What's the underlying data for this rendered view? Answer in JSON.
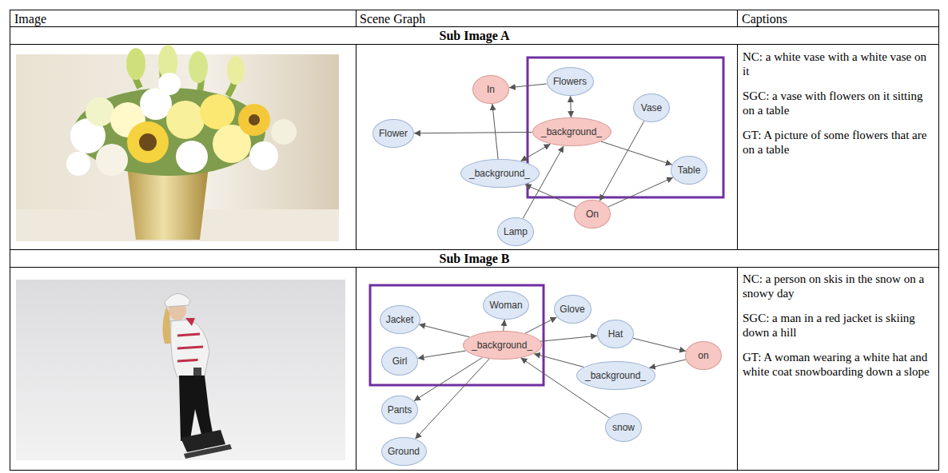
{
  "diagram": {
    "nodes": [
      {
        "text": [
          "In"
        ]
      },
      {
        "text": [
          "Flowers"
        ]
      },
      {
        "text": [
          "Flower"
        ]
      },
      {
        "text": [
          "_background_"
        ]
      },
      {
        "text": [
          "Vase"
        ]
      },
      {
        "text": [
          "_background_"
        ]
      },
      {
        "text": [
          "Table"
        ]
      },
      {
        "text": [
          "On"
        ]
      },
      {
        "text": [
          "Lamp"
        ]
      },
      {
        "text": [
          "Woman"
        ]
      },
      {
        "text": [
          "Glove"
        ]
      },
      {
        "text": [
          "Jacket"
        ]
      },
      {
        "text": [
          "Hat"
        ]
      },
      {
        "text": [
          "_background_"
        ]
      },
      {
        "text": [
          "Girl"
        ]
      },
      {
        "text": [
          "on"
        ]
      },
      {
        "text": [
          "_background_"
        ]
      },
      {
        "text": [
          "Pants"
        ]
      },
      {
        "text": [
          "snow"
        ]
      },
      {
        "text": [
          "Ground"
        ]
      }
    ],
    "edges": [
      {
        "from": 1,
        "to": 0,
        "arrow": "to"
      },
      {
        "from": 3,
        "to": 1,
        "arrow": "both"
      },
      {
        "from": 3,
        "to": 2,
        "arrow": "to"
      },
      {
        "from": 3,
        "to": 6,
        "arrow": "to"
      },
      {
        "from": 5,
        "to": 0,
        "arrow": "to"
      },
      {
        "from": 5,
        "to": 3,
        "arrow": "both"
      },
      {
        "from": 4,
        "to": 7,
        "arrow": "to"
      },
      {
        "from": 7,
        "to": 6,
        "arrow": "to"
      },
      {
        "from": 7,
        "to": 5,
        "arrow": "to"
      },
      {
        "from": 8,
        "to": 3,
        "arrow": "to"
      },
      {
        "from": 13,
        "to": 9,
        "arrow": "to"
      },
      {
        "from": 13,
        "to": 11,
        "arrow": "to"
      },
      {
        "from": 13,
        "to": 10,
        "arrow": "to"
      },
      {
        "from": 13,
        "to": 14,
        "arrow": "to"
      },
      {
        "from": 13,
        "to": 12,
        "arrow": "to"
      },
      {
        "from": 12,
        "to": 15,
        "arrow": "to"
      },
      {
        "from": 15,
        "to": 16,
        "arrow": "to"
      },
      {
        "from": 16,
        "to": 13,
        "arrow": "to"
      },
      {
        "from": 13,
        "to": 17,
        "arrow": "to"
      },
      {
        "from": 13,
        "to": 19,
        "arrow": "to"
      },
      {
        "from": 18,
        "to": 13,
        "arrow": "to"
      }
    ],
    "labels": [
      "Image",
      "Scene Graph",
      "Captions",
      "Sub Image A",
      "NC: a white vase with a white vase on it",
      "SGC: a vase with flowers on it sitting on a table",
      "GT: A picture of some flowers that are on a table",
      "Sub Image B",
      "NC: a person on skis in the snow on a snowy day",
      "SGC: a man in a red jacket is skiing down a hill",
      "GT: A woman wearing a white hat and white coat snowboarding down a slope"
    ]
  }
}
